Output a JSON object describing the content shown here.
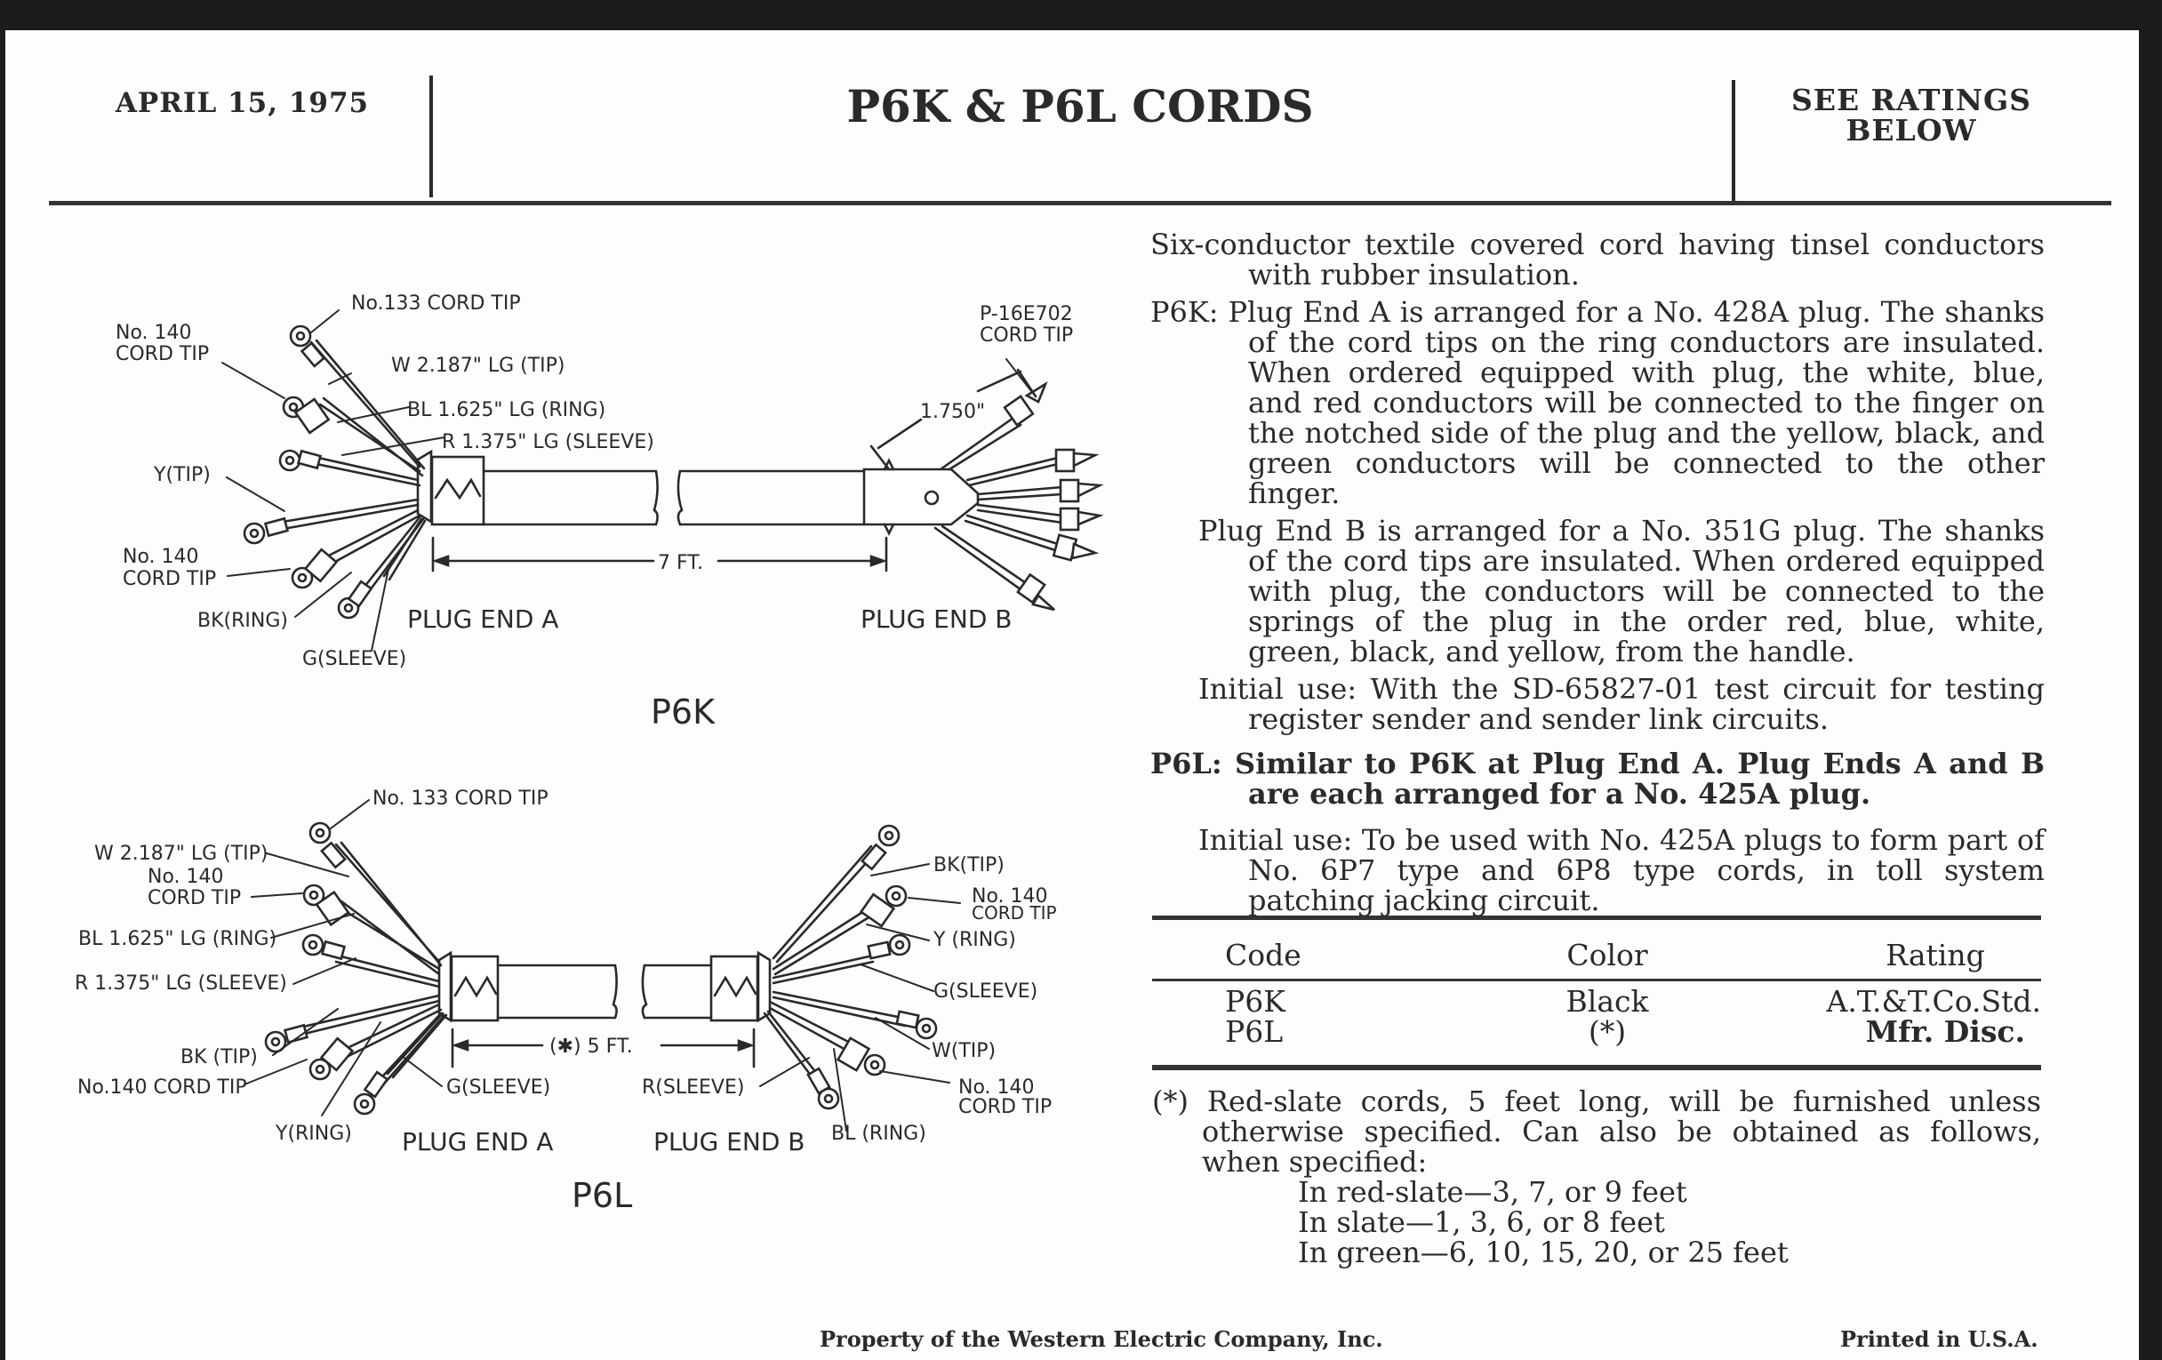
{
  "header": {
    "date": "APRIL 15, 1975",
    "title": "P6K & P6L CORDS",
    "note_line1": "SEE RATINGS",
    "note_line2": "BELOW"
  },
  "diagrams": {
    "p6k": {
      "title": "P6K",
      "plug_end_a": "PLUG END A",
      "plug_end_b": "PLUG END B",
      "length": "7 FT.",
      "tip_length": "1.750\"",
      "labels": {
        "no133": "No.133 CORD TIP",
        "no140_top_1": "No. 140",
        "no140_top_2": "CORD TIP",
        "w_tip": "W 2.187\" LG (TIP)",
        "bl_ring": "BL 1.625\" LG (RING)",
        "r_sleeve": "R 1.375\" LG (SLEEVE)",
        "y_tip": "Y(TIP)",
        "no140_bot_1": "No. 140",
        "no140_bot_2": "CORD TIP",
        "bk_ring": "BK(RING)",
        "g_sleeve": "G(SLEEVE)",
        "p16e702_1": "P-16E702",
        "p16e702_2": "CORD TIP"
      }
    },
    "p6l": {
      "title": "P6L",
      "plug_end_a": "PLUG END A",
      "plug_end_b": "PLUG END B",
      "length": "(✱) 5 FT.",
      "labels_a": {
        "no133": "No. 133 CORD TIP",
        "w_tip": "W 2.187\" LG (TIP)",
        "no140_1": "No. 140",
        "no140_2": "CORD TIP",
        "bl_ring": "BL 1.625\" LG (RING)",
        "r_sleeve": "R 1.375\" LG (SLEEVE)",
        "bk_tip": "BK (TIP)",
        "no140_bot": "No.140 CORD TIP",
        "g_sleeve": "G(SLEEVE)",
        "y_ring": "Y(RING)"
      },
      "labels_b": {
        "bk_tip": "BK(TIP)",
        "no140_top_1": "No. 140",
        "no140_top_2": "CORD TIP",
        "y_ring": "Y (RING)",
        "g_sleeve": "G(SLEEVE)",
        "w_tip": "W(TIP)",
        "r_sleeve": "R(SLEEVE)",
        "bl_ring": "BL (RING)",
        "no140_bot_1": "No. 140",
        "no140_bot_2": "CORD TIP"
      }
    }
  },
  "description": {
    "intro": "Six-conductor textile covered cord having tinsel conductors with rubber insulation.",
    "p6k_label": "P6K:",
    "p6k_end_a": "Plug End A is arranged for a No. 428A plug.  The shanks of the cord tips on the ring conductors are insulated.  When ordered equipped with plug, the white, blue, and red conductors will be connected to the finger on the notched side of the plug and the yellow, black, and green conductors will be connected to the other finger.",
    "p6k_end_b": "Plug End B is arranged for a No. 351G plug.  The shanks of the cord tips are insulated.  When ordered equipped with plug, the conductors will be connected to the springs of the plug in the order red, blue, white, green, black, and yellow, from the handle.",
    "p6k_initial_use": "Initial use: With the SD-65827-01 test circuit for testing register sender and sender link circuits.",
    "p6l_label": "P6L:",
    "p6l_text": "Similar to P6K at Plug End A. Plug Ends A and B are each arranged for a No. 425A plug.",
    "p6l_initial_use": "Initial use: To be used with No. 425A plugs to form part of No. 6P7 type and 6P8 type cords, in toll system patching jacking circuit."
  },
  "ratings_table": {
    "headers": [
      "Code",
      "Color",
      "Rating"
    ],
    "rows": [
      [
        "P6K",
        "Black",
        "A.T.&T.Co.Std."
      ],
      [
        "P6L",
        "(*)",
        "Mfr. Disc."
      ]
    ]
  },
  "footnote": {
    "marker": "(*)",
    "text": "Red-slate cords, 5 feet long, will be furnished unless otherwise specified.  Can also be obtained as follows, when specified:",
    "options": [
      "In red-slate—3, 7, or 9 feet",
      "In slate—1, 3, 6, or 8 feet",
      "In green—6, 10, 15, 20, or 25 feet"
    ]
  },
  "footer": {
    "property": "Property of the Western Electric Company, Inc.",
    "printed": "Printed in U.S.A."
  }
}
